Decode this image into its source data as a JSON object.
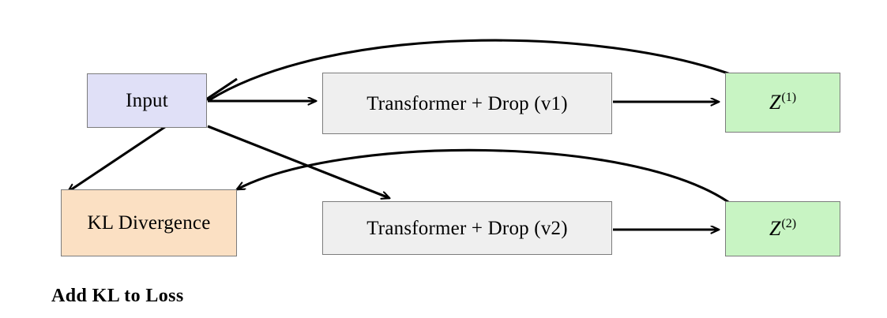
{
  "figure": {
    "caption": "Add KL to Loss",
    "colors": {
      "input_fill": "#e0e0f7",
      "transformer_fill": "#efefef",
      "latent_fill": "#c8f4c3",
      "kl_fill": "#fbe0c3",
      "node_border": "#7c7c7c",
      "edge": "#000000",
      "background": "#ffffff"
    }
  },
  "nodes": {
    "input": {
      "label": "Input"
    },
    "transformer_v1": {
      "label": "Transformer + Drop (v1)"
    },
    "transformer_v2": {
      "label": "Transformer + Drop (v2)"
    },
    "z1": {
      "base": "Z",
      "sup": "(1)"
    },
    "z2": {
      "base": "Z",
      "sup": "(2)"
    },
    "kl": {
      "label": "KL Divergence"
    }
  },
  "edges": [
    {
      "id": "input-to-tf1",
      "from": "input",
      "to": "transformer_v1",
      "style": "straight",
      "arrow": true
    },
    {
      "id": "input-to-tf2",
      "from": "input",
      "to": "transformer_v2",
      "style": "straight",
      "arrow": true
    },
    {
      "id": "input-to-z1",
      "from": "input",
      "to": "z1",
      "style": "curve",
      "arrow": false
    },
    {
      "id": "tf1-to-z1",
      "from": "transformer_v1",
      "to": "z1",
      "style": "straight",
      "arrow": true
    },
    {
      "id": "tf2-to-z2",
      "from": "transformer_v2",
      "to": "z2",
      "style": "straight",
      "arrow": true
    },
    {
      "id": "z1-to-kl",
      "from": "z1",
      "to": "kl",
      "style": "straight",
      "arrow": true
    },
    {
      "id": "z2-to-kl",
      "from": "z2",
      "to": "kl",
      "style": "curve",
      "arrow": true
    }
  ]
}
